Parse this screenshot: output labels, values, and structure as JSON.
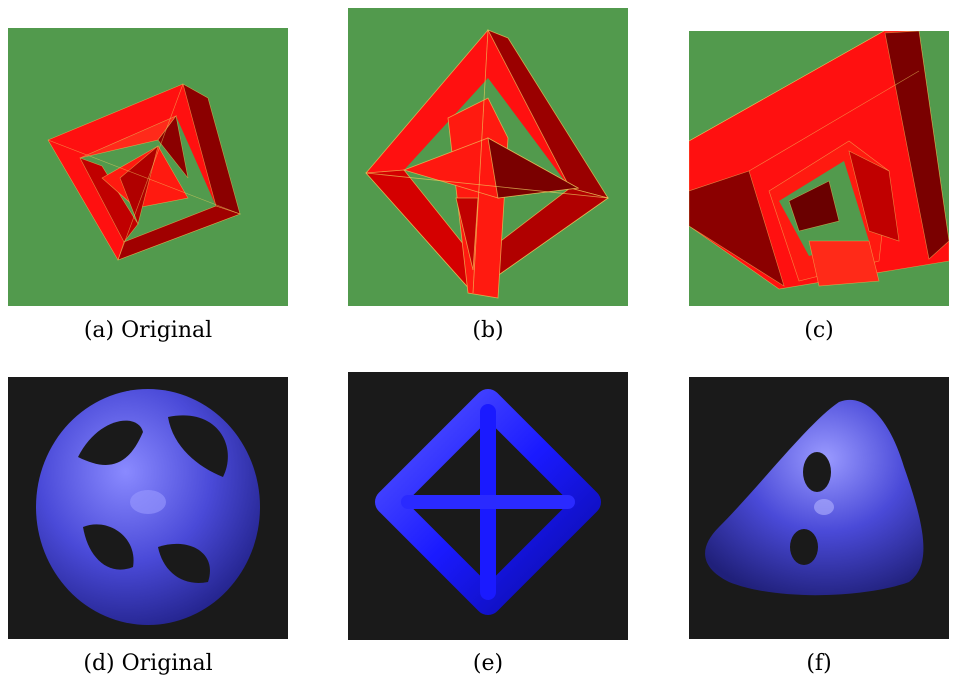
{
  "figure": {
    "panels": [
      {
        "id": "a",
        "caption": "(a) Original",
        "render": "faceted-mesh",
        "shape": "octahedral-frame"
      },
      {
        "id": "b",
        "caption": "(b)",
        "render": "faceted-mesh",
        "shape": "octahedral-frame"
      },
      {
        "id": "c",
        "caption": "(c)",
        "render": "faceted-mesh",
        "shape": "octahedral-frame-closeup"
      },
      {
        "id": "d",
        "caption": "(d) Original",
        "render": "smooth-surface",
        "shape": "rounded-genus-surface"
      },
      {
        "id": "e",
        "caption": "(e)",
        "render": "smooth-surface",
        "shape": "octahedral-tube"
      },
      {
        "id": "f",
        "caption": "(f)",
        "render": "smooth-surface",
        "shape": "rounded-tetrahedral-surface"
      }
    ],
    "colors": {
      "mesh_background": "#529a4d",
      "mesh_red": "#ff1010",
      "mesh_dark": "#6a0000",
      "mesh_edges": "#f0d060",
      "smooth_background": "#1a1a1a",
      "smooth_blue": "#4a4ad8",
      "smooth_blue_bright": "#1a1aff"
    }
  }
}
